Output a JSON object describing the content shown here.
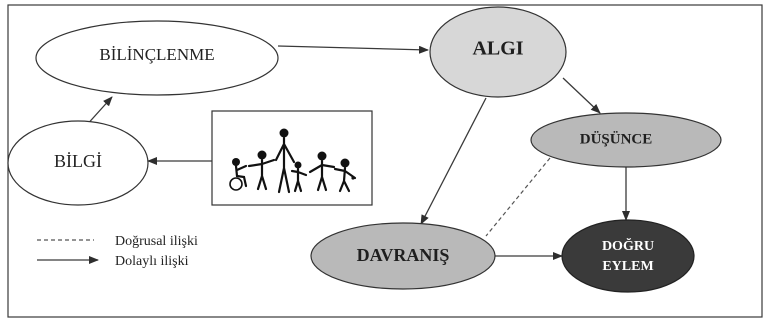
{
  "nodes": {
    "bilinclenme": "BİLİNÇLENME",
    "algi": "ALGI",
    "bilgi": "BİLGİ",
    "dusunce": "DÜŞÜNCE",
    "davranis": "DAVRANIŞ",
    "dogru_eylem_line1": "DOĞRU",
    "dogru_eylem_line2": "EYLEM"
  },
  "legend": {
    "dashed": "Doğrusal ilişki",
    "solid": "Dolaylı ilişki"
  },
  "colors": {
    "node_white": "#ffffff",
    "node_light": "#d7d7d7",
    "node_mid": "#b9b9b9",
    "node_dark": "#3a3a3a",
    "line": "#3a3a3a"
  },
  "image": {
    "people_icon": "people-group-icon"
  }
}
